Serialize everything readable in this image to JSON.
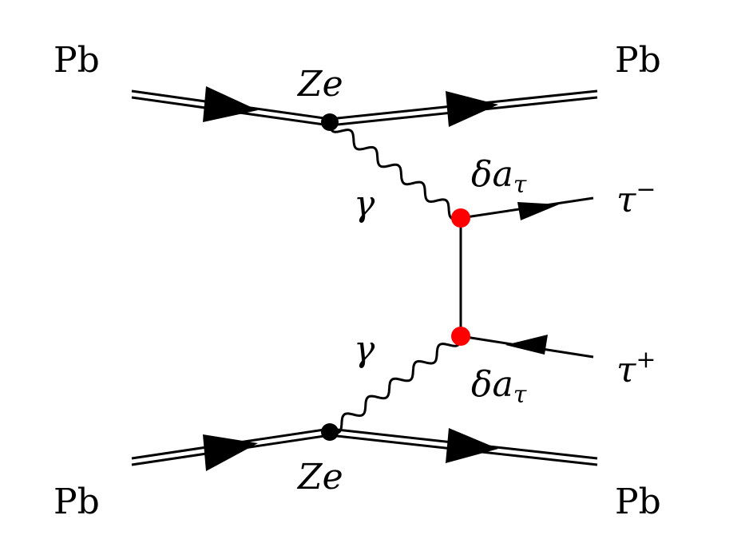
{
  "labels": {
    "pb_top_left": "Pb",
    "pb_top_right": "Pb",
    "pb_bottom_left": "Pb",
    "pb_bottom_right": "Pb",
    "ze_top": "Ze",
    "ze_bottom": "Ze",
    "gamma_top": "γ",
    "gamma_bottom": "γ",
    "delta_top": "δa",
    "delta_bottom": "δa",
    "tau_sub": "τ",
    "tau_minus": "τ",
    "tau_minus_sup": "−",
    "tau_plus": "τ",
    "tau_plus_sup": "+"
  },
  "colors": {
    "line": "#000000",
    "vertex_pb": "#000000",
    "vertex_anomalous": "#ff0000"
  }
}
